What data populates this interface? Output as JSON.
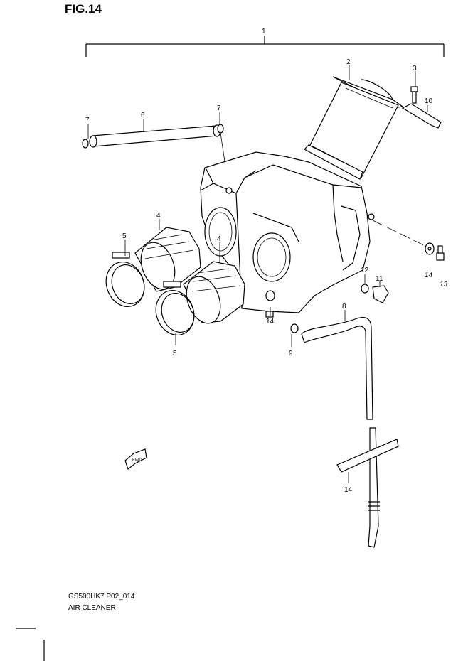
{
  "figure": {
    "title": "FIG.14"
  },
  "footer": {
    "code": "GS500HK7 P02_014",
    "name": "AIR CLEANER"
  },
  "fwd_label": "FWD",
  "callouts": {
    "c1": "1",
    "c2": "2",
    "c3": "3",
    "c4a": "4",
    "c4b": "4",
    "c5a": "5",
    "c5b": "5",
    "c6": "6",
    "c7a": "7",
    "c7b": "7",
    "c8": "8",
    "c9": "9",
    "c10": "10",
    "c11": "11",
    "c12": "12",
    "c13": "13",
    "c14a": "14",
    "c14b": "14",
    "c14c": "14"
  }
}
